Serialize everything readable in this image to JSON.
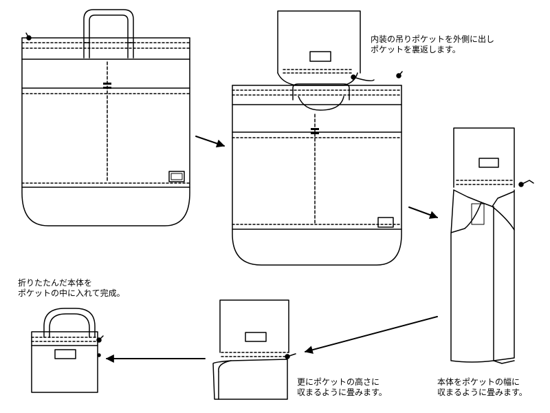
{
  "steps": [
    {
      "id": "step-1",
      "lines": []
    },
    {
      "id": "step-2",
      "lines": [
        "内装の吊りポケットを外側に出し",
        "ポケットを裏返します。"
      ]
    },
    {
      "id": "step-3",
      "lines": [
        "本体をポケットの幅に",
        "収まるように畳みます。"
      ]
    },
    {
      "id": "step-4",
      "lines": [
        "更にポケットの高さに",
        "収まるように畳みます。"
      ]
    },
    {
      "id": "step-5",
      "lines": [
        "折りたたんだ本体を",
        "ポケットの中に入れて完成。"
      ]
    }
  ],
  "colors": {
    "line": "#000000",
    "background": "#ffffff"
  }
}
